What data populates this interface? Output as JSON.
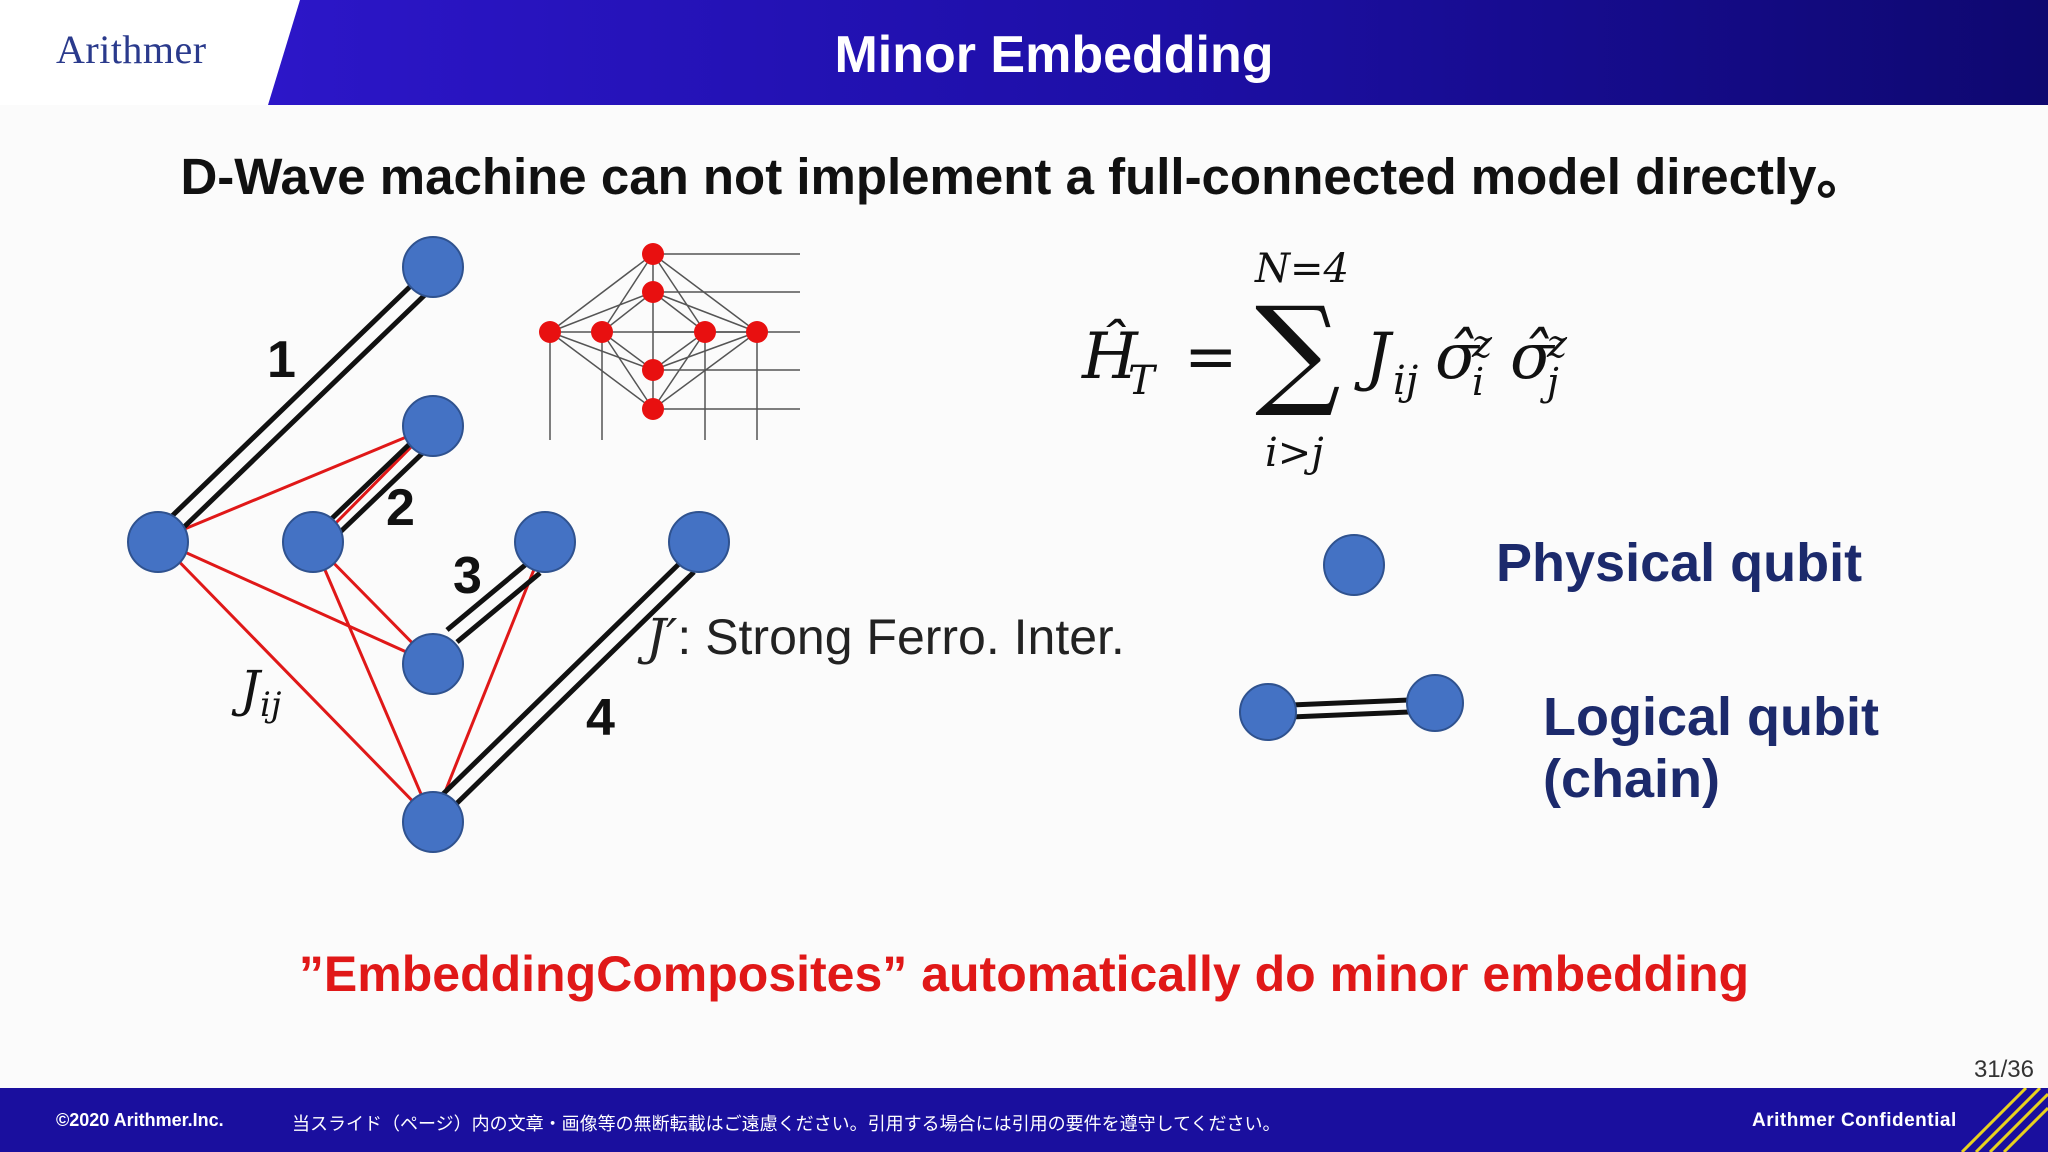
{
  "header": {
    "logo": "Arithmer",
    "title": "Minor Embedding"
  },
  "subtitle": "D-Wave machine can not implement a full-connected model directly。",
  "diagram": {
    "chain_numbers": [
      "1",
      "2",
      "3",
      "4"
    ],
    "coupling_label": "J",
    "coupling_subscript": "ij",
    "ferro_symbol": "J′",
    "ferro_text": ": Strong Ferro. Inter."
  },
  "formula": {
    "lhs": "Ĥ",
    "lhs_subscript": "T",
    "equals": "=",
    "sum_symbol": "∑",
    "sum_upper": "N=4",
    "sum_lower": "i>j",
    "term": "J",
    "term_subscript": "ij",
    "sigma1": "σ̂",
    "sigma1_sup": "z",
    "sigma1_sub": "i",
    "sigma2": "σ̂",
    "sigma2_sup": "z",
    "sigma2_sub": "j"
  },
  "legend": {
    "physical": "Physical qubit",
    "logical_line1": "Logical qubit",
    "logical_line2": "(chain)"
  },
  "bottom_message": "”EmbeddingComposites” automatically do minor embedding",
  "page_number": "31/36",
  "footer": {
    "copyright": "©2020 Arithmer.Inc.",
    "notice": "当スライド（ページ）内の文章・画像等の無断転載はご遠慮ください。引用する場合には引用の要件を遵守してください。",
    "confidential": "Arithmer Confidential"
  },
  "colors": {
    "header_bar": "#1a0f9e",
    "footer_bar": "#1a0f9e",
    "node_fill": "#4472c4",
    "node_stroke": "#2f528f",
    "coupling_line": "#e01818",
    "emphasis_text": "#e01818",
    "legend_text": "#1c2a6c"
  }
}
